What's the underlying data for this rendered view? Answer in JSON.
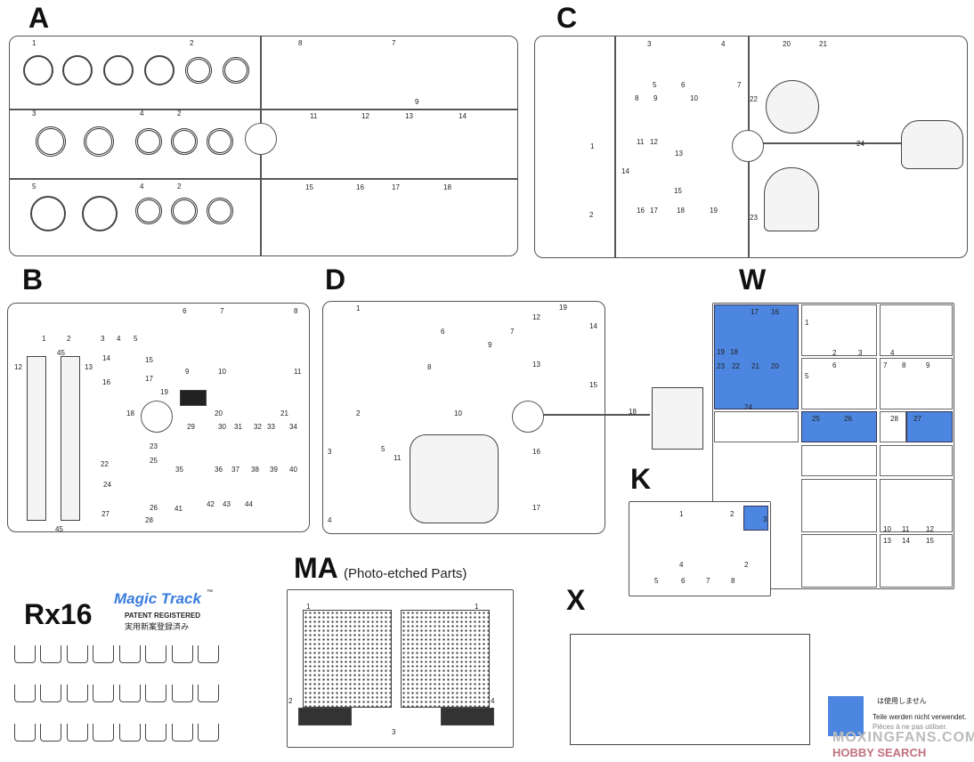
{
  "sprues": {
    "A": {
      "label": "A",
      "parts": [
        "1",
        "2",
        "8",
        "7",
        "3",
        "4",
        "2",
        "9",
        "11",
        "12",
        "13",
        "14",
        "5",
        "4",
        "2",
        "15",
        "16",
        "17",
        "18"
      ]
    },
    "C": {
      "label": "C",
      "parts": [
        "3",
        "4",
        "20",
        "21",
        "5",
        "6",
        "7",
        "22",
        "8",
        "9",
        "10",
        "11",
        "12",
        "1",
        "24",
        "13",
        "14",
        "15",
        "16",
        "17",
        "18",
        "19",
        "23",
        "2"
      ]
    },
    "B": {
      "label": "B",
      "parts": [
        "1",
        "2",
        "3",
        "4",
        "5",
        "6",
        "7",
        "8",
        "45",
        "12",
        "13",
        "14",
        "15",
        "16",
        "17",
        "9",
        "10",
        "11",
        "19",
        "18",
        "20",
        "21",
        "22",
        "23",
        "24",
        "25",
        "26",
        "27",
        "28",
        "29",
        "30",
        "31",
        "32",
        "33",
        "34",
        "35",
        "36",
        "37",
        "38",
        "39",
        "40",
        "41",
        "42",
        "43",
        "44",
        "45"
      ]
    },
    "D": {
      "label": "D",
      "parts": [
        "1",
        "2",
        "3",
        "4",
        "5",
        "6",
        "7",
        "8",
        "9",
        "10",
        "11",
        "12",
        "13",
        "14",
        "15",
        "16",
        "17",
        "18",
        "19"
      ]
    },
    "W": {
      "label": "W",
      "parts": [
        "17",
        "16",
        "1",
        "2",
        "3",
        "4",
        "19",
        "18",
        "23",
        "22",
        "21",
        "20",
        "24",
        "5",
        "6",
        "7",
        "8",
        "9",
        "25",
        "26",
        "28",
        "27",
        "10",
        "11",
        "12",
        "13",
        "14",
        "15"
      ]
    },
    "K": {
      "label": "K",
      "parts": [
        "1",
        "2",
        "3",
        "4",
        "2",
        "5",
        "6",
        "7",
        "8"
      ]
    },
    "MA": {
      "label": "MA",
      "subtitle": "(Photo-etched Parts)",
      "parts": [
        "1",
        "1",
        "2",
        "3",
        "4"
      ]
    },
    "X": {
      "label": "X",
      "parts": []
    }
  },
  "tracks": {
    "label": "Rx16",
    "brand": "Magic Track",
    "tm": "™",
    "patent": "PATENT REGISTERED",
    "patent_jp": "実用新案登録済み"
  },
  "legend": {
    "lines": [
      "は使用しません",
      "Teile werden nicht verwendet.",
      "Pièces à ne pas utiliser."
    ],
    "color": "#4d86e0"
  },
  "watermark": {
    "line1": "MOXINGFANS.COM",
    "line2": "HOBBY SEARCH"
  }
}
